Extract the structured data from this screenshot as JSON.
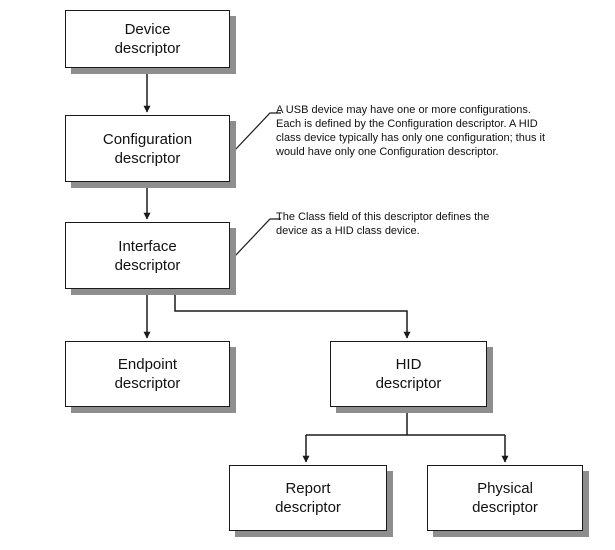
{
  "boxes": {
    "device": {
      "line1": "Device",
      "line2": "descriptor"
    },
    "config": {
      "line1": "Configuration",
      "line2": "descriptor"
    },
    "iface": {
      "line1": "Interface",
      "line2": "descriptor"
    },
    "endpoint": {
      "line1": "Endpoint",
      "line2": "descriptor"
    },
    "hid": {
      "line1": "HID",
      "line2": "descriptor"
    },
    "report": {
      "line1": "Report",
      "line2": "descriptor"
    },
    "physical": {
      "line1": "Physical",
      "line2": "descriptor"
    }
  },
  "notes": {
    "config": [
      "A USB device may have one or more configurations.",
      "Each is defined by the Configuration descriptor.  A HID",
      "class device typically has only one configuration; thus it",
      "would have only one Configuration descriptor."
    ],
    "iface": [
      "The Class field of this descriptor defines the",
      "device as a HID class device."
    ]
  },
  "colors": {
    "line": "#1a1a1a",
    "shadow": "#8e8e8e",
    "background": "#ffffff"
  }
}
